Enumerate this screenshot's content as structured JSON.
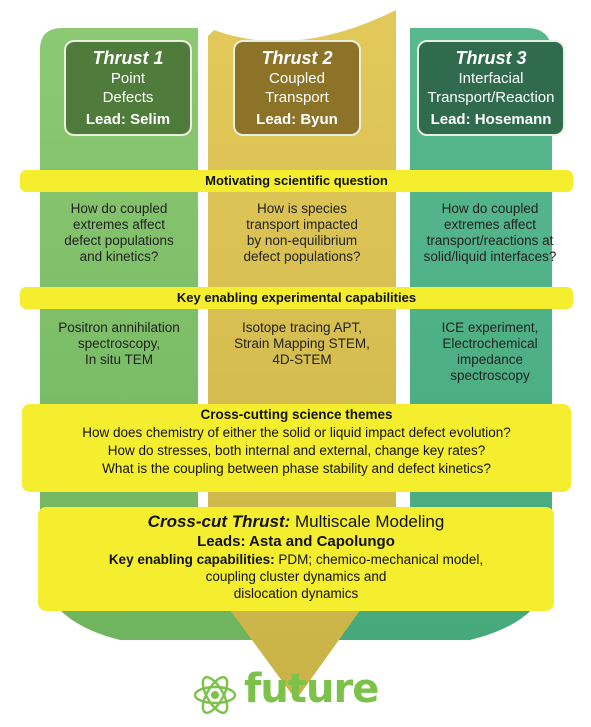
{
  "colors": {
    "thrust1_column": "#7cc06a",
    "thrust2_column": "#d6c14c",
    "thrust3_column": "#4fb386",
    "band": "#f5ee2e",
    "logo": "#7cc24a"
  },
  "thrusts": [
    {
      "title": "Thrust 1",
      "subject_line1": "Point",
      "subject_line2": "Defects",
      "lead": "Lead: Selim"
    },
    {
      "title": "Thrust 2",
      "subject_line1": "Coupled",
      "subject_line2": "Transport",
      "lead": "Lead: Byun"
    },
    {
      "title": "Thrust 3",
      "subject_line1": "Interfacial",
      "subject_line2": "Transport/Reaction",
      "lead": "Lead: Hosemann"
    }
  ],
  "motivating": {
    "heading": "Motivating scientific question",
    "questions": [
      [
        "How do coupled",
        "extremes affect",
        "defect populations",
        "and kinetics?"
      ],
      [
        "How is species",
        "transport impacted",
        "by non-equilibrium",
        "defect populations?"
      ],
      [
        "How do coupled",
        "extremes affect",
        "transport/reactions at",
        "solid/liquid interfaces?"
      ]
    ]
  },
  "capabilities": {
    "heading": "Key enabling experimental capabilities",
    "items": [
      [
        "Positron annihilation",
        "spectroscopy,",
        "In situ TEM"
      ],
      [
        "Isotope tracing APT,",
        "Strain Mapping STEM,",
        "4D-STEM"
      ],
      [
        "ICE experiment,",
        "Electrochemical",
        "impedance",
        "spectroscopy"
      ]
    ]
  },
  "themes": {
    "heading": "Cross-cutting science themes",
    "lines": [
      "How does chemistry of either the solid or liquid impact defect evolution?",
      "How do stresses, both internal and external, change key rates?",
      "What is the coupling between phase stability and defect kinetics?"
    ]
  },
  "crosscut": {
    "title_bold": "Cross-cut Thrust:",
    "title_rest": " Multiscale Modeling",
    "leads": "Leads: Asta and Capolungo",
    "cap_label": "Key enabling capabilities:",
    "cap_line1": " PDM; chemico-mechanical model,",
    "cap_line2": "coupling cluster dynamics and",
    "cap_line3": "dislocation dynamics"
  },
  "logo": {
    "text": "future",
    "icon": "atom-icon"
  }
}
